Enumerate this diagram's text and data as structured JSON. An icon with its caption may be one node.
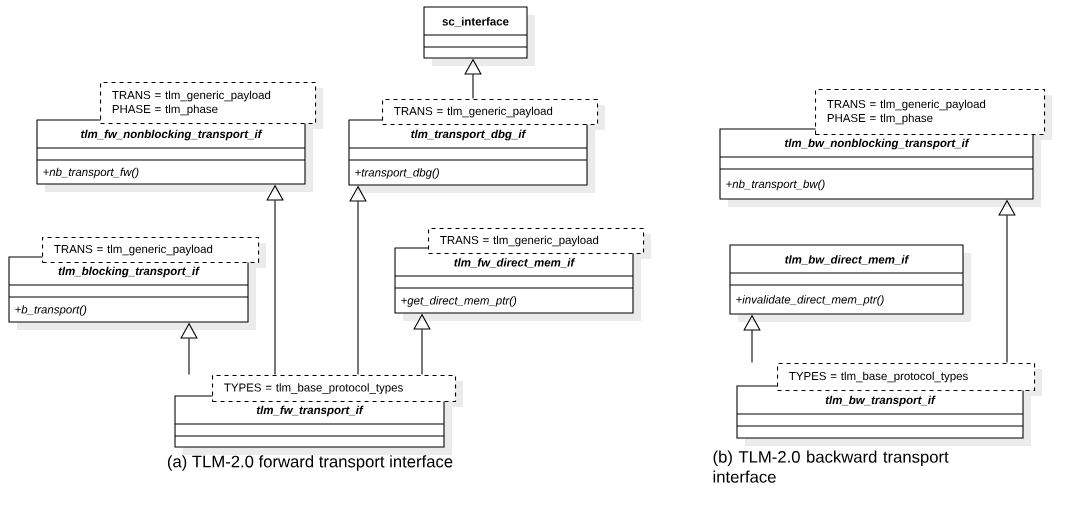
{
  "diagram": {
    "nodes": [
      {
        "text": [
          "sc_interface"
        ]
      },
      {
        "text": [
          "tlm_fw_nonblocking_transport_if",
          "+nb_transport_fw()"
        ],
        "beside": [
          "TRANS = tlm_generic_payload",
          "PHASE = tlm_phase"
        ]
      },
      {
        "text": [
          "tlm_transport_dbg_if",
          "+transport_dbg()"
        ],
        "beside": [
          "TRANS = tlm_generic_payload"
        ]
      },
      {
        "text": [
          "tlm_blocking_transport_if",
          "+b_transport()"
        ],
        "beside": [
          "TRANS = tlm_generic_payload"
        ]
      },
      {
        "text": [
          "tlm_fw_direct_mem_if",
          "+get_direct_mem_ptr()"
        ],
        "beside": [
          "TRANS = tlm_generic_payload"
        ]
      },
      {
        "text": [
          "tlm_fw_transport_if"
        ],
        "beside": [
          "TYPES = tlm_base_protocol_types"
        ]
      },
      {
        "text": [
          "tlm_bw_nonblocking_transport_if",
          "+nb_transport_bw()"
        ],
        "beside": [
          "TRANS = tlm_generic_payload",
          "PHASE = tlm_phase"
        ]
      },
      {
        "text": [
          "tlm_bw_direct_mem_if",
          "+invalidate_direct_mem_ptr()"
        ]
      },
      {
        "text": [
          "tlm_bw_transport_if"
        ],
        "beside": [
          "TYPES = tlm_base_protocol_types"
        ]
      }
    ],
    "edges": [
      {
        "from": 2,
        "to": 0,
        "arrow": "to"
      },
      {
        "from": 5,
        "to": 3,
        "arrow": "to"
      },
      {
        "from": 5,
        "to": 1,
        "arrow": "to"
      },
      {
        "from": 5,
        "to": 2,
        "arrow": "to"
      },
      {
        "from": 5,
        "to": 4,
        "arrow": "to"
      },
      {
        "from": 8,
        "to": 7,
        "arrow": "to"
      },
      {
        "from": 8,
        "to": 6,
        "arrow": "to"
      }
    ],
    "labels": [
      "(a) TLM-2.0 forward transport interface",
      "(b) TLM-2.0 backward transport interface"
    ]
  }
}
